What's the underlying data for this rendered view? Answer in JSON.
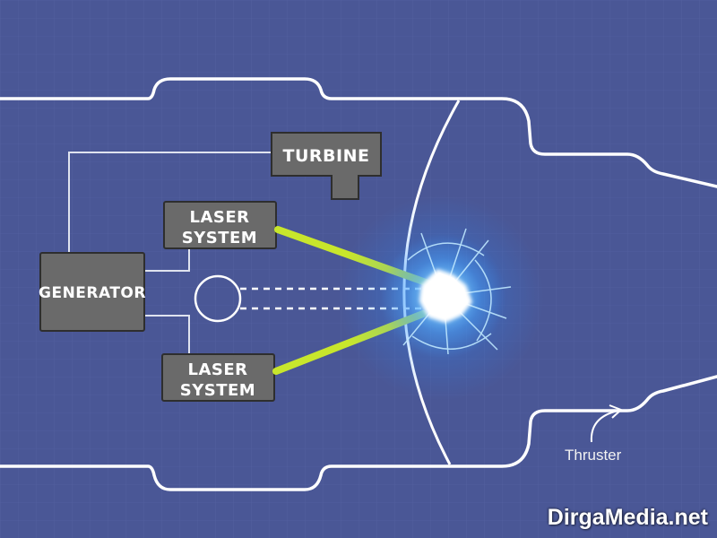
{
  "diagram": {
    "colors": {
      "background": "#4a5796",
      "outline": "#ffffff",
      "box_fill": "#6a6a6a",
      "box_stroke": "#2e2e2e",
      "laser_beam": "#c8e62c",
      "plasma_core": "#ffffff",
      "plasma_glow": "#3aa6ff"
    },
    "boxes": {
      "turbine": "TURBINE",
      "laser_top_line1": "LASER",
      "laser_top_line2": "SYSTEM",
      "generator": "GENERATOR",
      "laser_bottom_line1": "LASER",
      "laser_bottom_line2": "SYSTEM"
    },
    "annotation": {
      "thruster": "Thruster"
    }
  },
  "watermark": "DirgaMedia.net"
}
